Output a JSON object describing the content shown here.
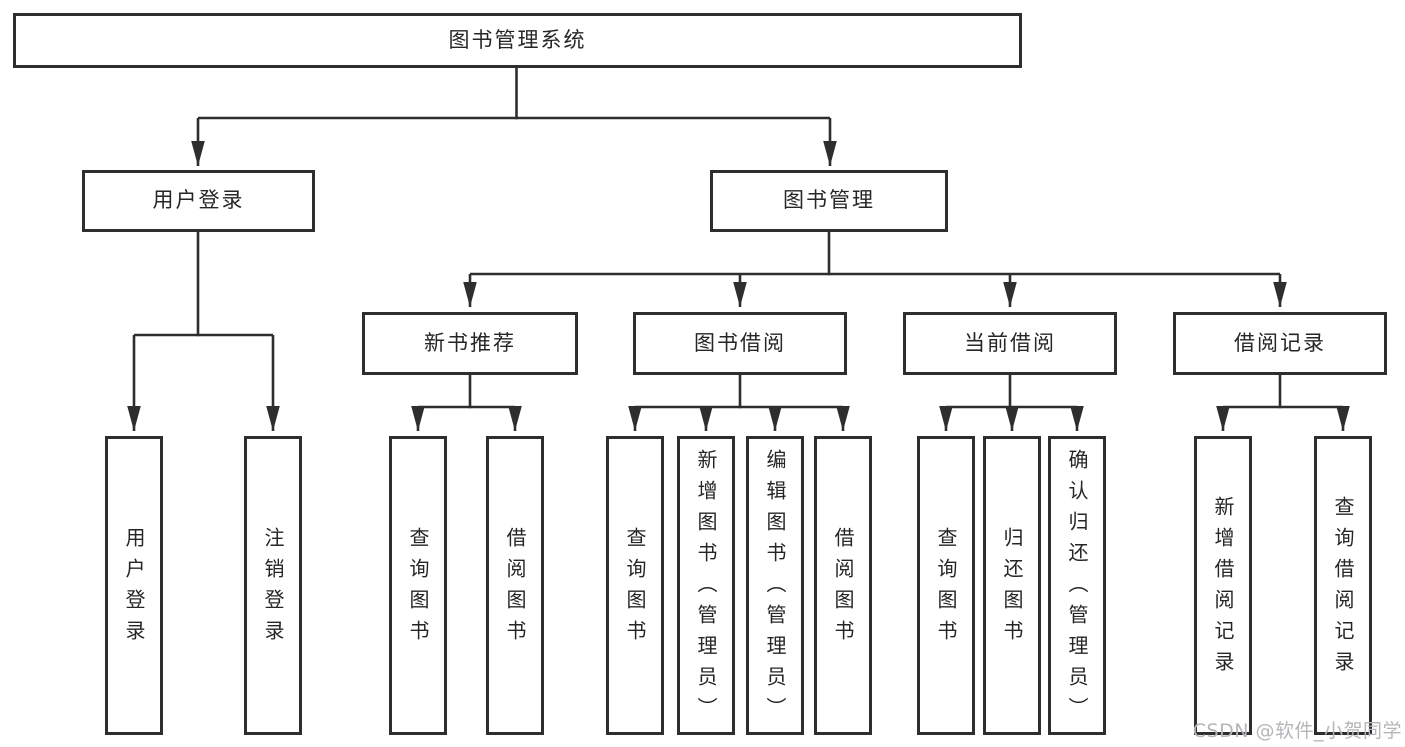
{
  "nodes": {
    "root": {
      "label": "图书管理系统"
    },
    "userLogin": {
      "label": "用户登录"
    },
    "bookMgmt": {
      "label": "图书管理"
    },
    "newBookRec": {
      "label": "新书推荐"
    },
    "bookBorrow": {
      "label": "图书借阅"
    },
    "currentBorrow": {
      "label": "当前借阅"
    },
    "borrowRecords": {
      "label": "借阅记录"
    },
    "loginLeaf": {
      "label": "用户登录"
    },
    "logoutLeaf": {
      "label": "注销登录"
    },
    "recQueryBooks": {
      "label": "查询图书"
    },
    "recBorrowBooks": {
      "label": "借阅图书"
    },
    "bbQueryBooks": {
      "label": "查询图书"
    },
    "bbAddBooks": {
      "label": "新增图书（管理员）"
    },
    "bbEditBooks": {
      "label": "编辑图书（管理员）"
    },
    "bbBorrowBooks": {
      "label": "借阅图书"
    },
    "cbQueryBooks": {
      "label": "查询图书"
    },
    "cbReturnBooks": {
      "label": "归还图书"
    },
    "cbConfirmReturn": {
      "label": "确认归还（管理员）"
    },
    "brAddRecord": {
      "label": "新增借阅记录"
    },
    "brQueryRecord": {
      "label": "查询借阅记录"
    }
  },
  "hierarchy": {
    "root": [
      "userLogin",
      "bookMgmt"
    ],
    "userLogin": [
      "loginLeaf",
      "logoutLeaf"
    ],
    "bookMgmt": [
      "newBookRec",
      "bookBorrow",
      "currentBorrow",
      "borrowRecords"
    ],
    "newBookRec": [
      "recQueryBooks",
      "recBorrowBooks"
    ],
    "bookBorrow": [
      "bbQueryBooks",
      "bbAddBooks",
      "bbEditBooks",
      "bbBorrowBooks"
    ],
    "currentBorrow": [
      "cbQueryBooks",
      "cbReturnBooks",
      "cbConfirmReturn"
    ],
    "borrowRecords": [
      "brAddRecord",
      "brQueryRecord"
    ]
  },
  "watermark": {
    "text": "CSDN @软件_小贺同学"
  },
  "colors": {
    "line": "#2e2e2e",
    "box_border": "#2e2e2e",
    "box_fill": "#ffffff",
    "text": "#262626",
    "watermark": "#b6b6ba"
  }
}
